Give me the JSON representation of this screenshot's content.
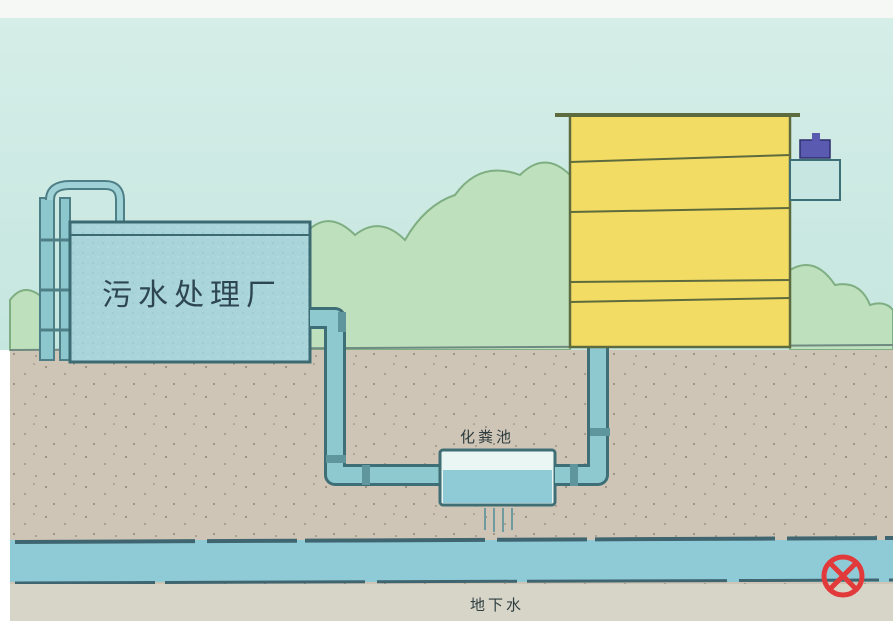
{
  "labels": {
    "plant": "污水处理厂",
    "septic_tank": "化粪池",
    "groundwater": "地下水"
  },
  "colors": {
    "sky": "#cfe9e3",
    "soil": "#cfc5b6",
    "bush": "#bfe0bd",
    "plant_wall": "#a8d3d8",
    "building": "#f3dc63",
    "pipe": "#7cbfc6",
    "water": "#8fcbd7",
    "warning": "#e23a3a"
  },
  "icons": [
    "warning-prohibition-icon",
    "rooftop-machine-icon"
  ]
}
